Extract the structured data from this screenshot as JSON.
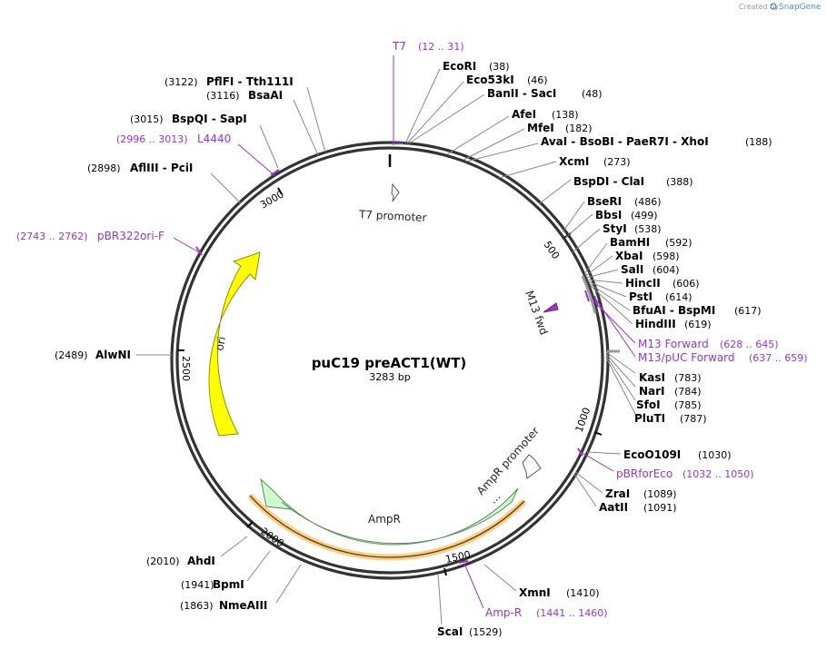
{
  "title": "puC19 preACT1(WT)",
  "length_label": "3283 bp",
  "total_bp": 3283,
  "credit": {
    "text": "Created by",
    "brand": "SnapGene"
  },
  "colors": {
    "primer": "#9933cc",
    "ori": "#ffff00",
    "ampr": "#ccffcc",
    "amp_primer_glow": "#f5a623",
    "backbone": "#333333"
  },
  "ticks": [
    {
      "bp": 500,
      "label": "500"
    },
    {
      "bp": 1000,
      "label": "1000"
    },
    {
      "bp": 1500,
      "label": "1500"
    },
    {
      "bp": 2000,
      "label": "2000"
    },
    {
      "bp": 2500,
      "label": "2500"
    },
    {
      "bp": 3000,
      "label": "3000"
    }
  ],
  "sites": [
    {
      "name": "EcoRI",
      "pos": "(38)",
      "bp": 38
    },
    {
      "name": "Eco53kI",
      "pos": "(46)",
      "bp": 46
    },
    {
      "name": "BanII  -  SacI",
      "pos": "(48)",
      "bp": 48
    },
    {
      "name": "AfeI",
      "pos": "(138)",
      "bp": 138
    },
    {
      "name": "MfeI",
      "pos": "(182)",
      "bp": 182
    },
    {
      "name": "AvaI  -  BsoBI  -  PaeR7I  -  XhoI",
      "pos": "(188)",
      "bp": 188
    },
    {
      "name": "XcmI",
      "pos": "(273)",
      "bp": 273
    },
    {
      "name": "BspDI  -  ClaI",
      "pos": "(388)",
      "bp": 388
    },
    {
      "name": "BseRI",
      "pos": "(486)",
      "bp": 486
    },
    {
      "name": "BbsI",
      "pos": "(499)",
      "bp": 499
    },
    {
      "name": "StyI",
      "pos": "(538)",
      "bp": 538
    },
    {
      "name": "BamHI",
      "pos": "(592)",
      "bp": 592
    },
    {
      "name": "XbaI",
      "pos": "(598)",
      "bp": 598
    },
    {
      "name": "SalI",
      "pos": "(604)",
      "bp": 604
    },
    {
      "name": "HincII",
      "pos": "(606)",
      "bp": 606
    },
    {
      "name": "PstI",
      "pos": "(614)",
      "bp": 614
    },
    {
      "name": "BfuAI  -  BspMI",
      "pos": "(617)",
      "bp": 617
    },
    {
      "name": "HindIII",
      "pos": "(619)",
      "bp": 619
    },
    {
      "name": "KasI",
      "pos": "(783)",
      "bp": 783
    },
    {
      "name": "NarI",
      "pos": "(784)",
      "bp": 784
    },
    {
      "name": "SfoI",
      "pos": "(785)",
      "bp": 785
    },
    {
      "name": "PluTI",
      "pos": "(787)",
      "bp": 787
    },
    {
      "name": "EcoO109I",
      "pos": "(1030)",
      "bp": 1030
    },
    {
      "name": "ZraI",
      "pos": "(1089)",
      "bp": 1089
    },
    {
      "name": "AatII",
      "pos": "(1091)",
      "bp": 1091
    },
    {
      "name": "XmnI",
      "pos": "(1410)",
      "bp": 1410
    },
    {
      "name": "ScaI",
      "pos": "(1529)",
      "bp": 1529
    },
    {
      "name": "NmeAIII",
      "pos": "(1863)",
      "bp": 1863
    },
    {
      "name": "BpmI",
      "pos": "(1941)",
      "bp": 1941
    },
    {
      "name": "AhdI",
      "pos": "(2010)",
      "bp": 2010
    },
    {
      "name": "AlwNI",
      "pos": "(2489)",
      "bp": 2489
    },
    {
      "name": "AflIII  -  PciI",
      "pos": "(2898)",
      "bp": 2898
    },
    {
      "name": "BspQI  -  SapI",
      "pos": "(3015)",
      "bp": 3015
    },
    {
      "name": "BsaAI",
      "pos": "(3116)",
      "bp": 3116
    },
    {
      "name": "PflFI  -  Tth111I",
      "pos": "(3122)",
      "bp": 3122
    }
  ],
  "primers": [
    {
      "name": "T7",
      "range": "(12 .. 31)",
      "start": 12,
      "end": 31
    },
    {
      "name": "M13 Forward",
      "range": "(628 .. 645)",
      "start": 628,
      "end": 645
    },
    {
      "name": "M13/pUC Forward",
      "range": "(637 .. 659)",
      "start": 637,
      "end": 659
    },
    {
      "name": "pBRforEco",
      "range": "(1032 .. 1050)",
      "start": 1032,
      "end": 1050
    },
    {
      "name": "Amp-R",
      "range": "(1441 .. 1460)",
      "start": 1441,
      "end": 1460
    },
    {
      "name": "pBR322ori-F",
      "range": "(2743 .. 2762)",
      "start": 2743,
      "end": 2762
    },
    {
      "name": "L4440",
      "range": "(2996 .. 3013)",
      "start": 2996,
      "end": 3013
    }
  ],
  "features": [
    {
      "name": "T7 promoter"
    },
    {
      "name": "M13 fwd"
    },
    {
      "name": "AmpR promoter"
    },
    {
      "name": "AmpR"
    },
    {
      "name": "ori"
    }
  ]
}
